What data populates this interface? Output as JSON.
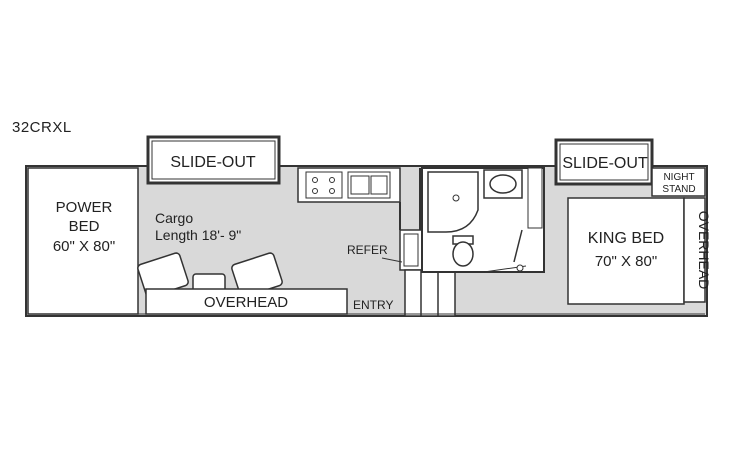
{
  "model": "32CRXL",
  "labels": {
    "slide_out_left": "SLIDE-OUT",
    "slide_out_right": "SLIDE-OUT",
    "power_bed_line1": "POWER",
    "power_bed_line2": "BED",
    "power_bed_size": "60\" X 80\"",
    "cargo_line1": "Cargo",
    "cargo_line2": "Length 18'- 9\"",
    "overhead_front": "OVERHEAD",
    "entry": "ENTRY",
    "refer": "REFER",
    "night_stand_line1": "NIGHT",
    "night_stand_line2": "STAND",
    "king_bed": "KING BED",
    "king_bed_size": "70\" X 80\"",
    "overhead_rear": "OVERHEAD"
  },
  "colors": {
    "floor": "#d9d9d9",
    "wall": "#333333",
    "fixture": "#ffffff"
  }
}
